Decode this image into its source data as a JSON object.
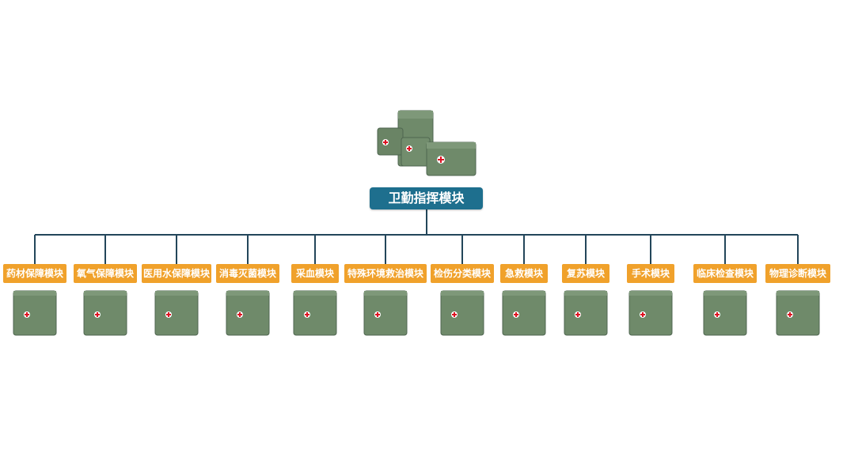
{
  "root": {
    "label": "卫勤指挥模块",
    "image": "stacked-medical-cases-icon"
  },
  "modules": [
    {
      "label": "药材保障模块",
      "image": "medical-case-icon"
    },
    {
      "label": "氧气保障模块",
      "image": "medical-case-icon"
    },
    {
      "label": "医用水保障模块",
      "image": "medical-case-icon"
    },
    {
      "label": "消毒灭菌模块",
      "image": "medical-case-icon"
    },
    {
      "label": "采血模块",
      "image": "medical-case-icon"
    },
    {
      "label": "特殊环境救治模块",
      "image": "medical-case-icon"
    },
    {
      "label": "检伤分类模块",
      "image": "medical-case-icon"
    },
    {
      "label": "急救模块",
      "image": "medical-case-icon"
    },
    {
      "label": "复苏模块",
      "image": "medical-case-icon"
    },
    {
      "label": "手术模块",
      "image": "medical-case-icon"
    },
    {
      "label": "临床检查模块",
      "image": "medical-case-icon"
    },
    {
      "label": "物理诊断模块",
      "image": "medical-case-icon"
    }
  ],
  "colors": {
    "root": "#1e6f8e",
    "module": "#f0a12b",
    "line": "#23465a",
    "case": "#6f8a6a"
  }
}
